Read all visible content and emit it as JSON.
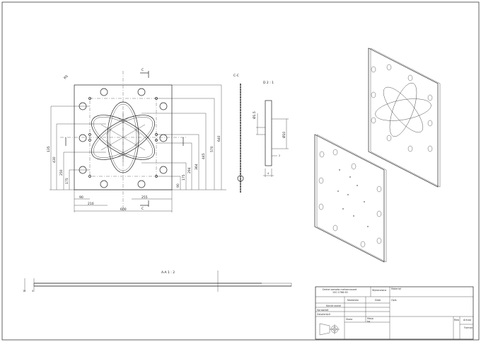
{
  "views": {
    "front": {
      "section_mark": "C",
      "chamfer_label": "R5",
      "dims_left": [
        "135",
        "430",
        "250",
        "175"
      ],
      "dims_right": [
        "640",
        "570",
        "445",
        "364",
        "294",
        "175",
        "90"
      ],
      "dims_bottom": [
        "90",
        "210",
        "600",
        "255"
      ]
    },
    "section_cc": {
      "label": "C-C"
    },
    "detail_d": {
      "label": "D 2 : 1",
      "dims": [
        "Ø1.5",
        "Ø10",
        "2",
        "4"
      ]
    },
    "section_aa": {
      "label": "A-A 1 : 2",
      "dims": [
        "4",
        "10"
      ]
    }
  },
  "title_block": {
    "author": "Dekiel sameta mehanusuaei\n150 2768-90",
    "company_label": "Wykonawca",
    "material_label": "Materiał",
    "name_col": "Nazwisko",
    "date_col": "Data",
    "desc_label": "Opis",
    "rows": [
      "Konstruował",
      "Sprawdził",
      "Zatwierdził"
    ],
    "scale_label": "Skala",
    "mass_label": "Masa",
    "mass_unit": "kg",
    "rev_label": "Rew",
    "sheet_label": "Arkusz",
    "format_label": "Format"
  }
}
